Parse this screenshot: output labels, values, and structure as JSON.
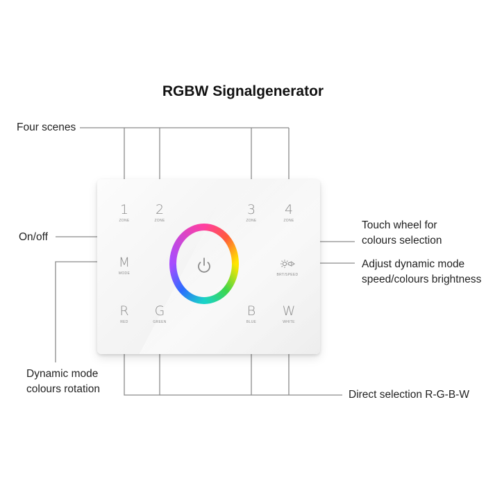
{
  "title": "RGBW Signalgenerator",
  "callouts": {
    "four_scenes": "Four scenes",
    "on_off": "On/off",
    "dynamic_mode": [
      "Dynamic mode",
      "colours rotation"
    ],
    "touch_wheel": [
      "Touch wheel for",
      "colours selection"
    ],
    "adjust": [
      "Adjust dynamic mode",
      "speed/colours brightness"
    ],
    "direct_selection": "Direct selection R-G-B-W"
  },
  "panel": {
    "zones": [
      {
        "num": "1",
        "label": "ZONE"
      },
      {
        "num": "2",
        "label": "ZONE"
      },
      {
        "num": "3",
        "label": "ZONE"
      },
      {
        "num": "4",
        "label": "ZONE"
      }
    ],
    "mode": {
      "key": "M",
      "label": "MODE"
    },
    "brightness": {
      "label": "BRT/SPEED"
    },
    "colors": [
      {
        "key": "R",
        "label": "RED"
      },
      {
        "key": "G",
        "label": "GREEN"
      },
      {
        "key": "B",
        "label": "BLUE"
      },
      {
        "key": "W",
        "label": "WHITE"
      }
    ]
  }
}
